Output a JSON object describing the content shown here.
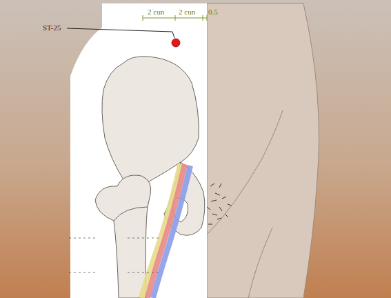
{
  "diagram": {
    "labels": [
      "ST-25",
      "2 cun",
      "2 cun",
      "0.5"
    ]
  }
}
